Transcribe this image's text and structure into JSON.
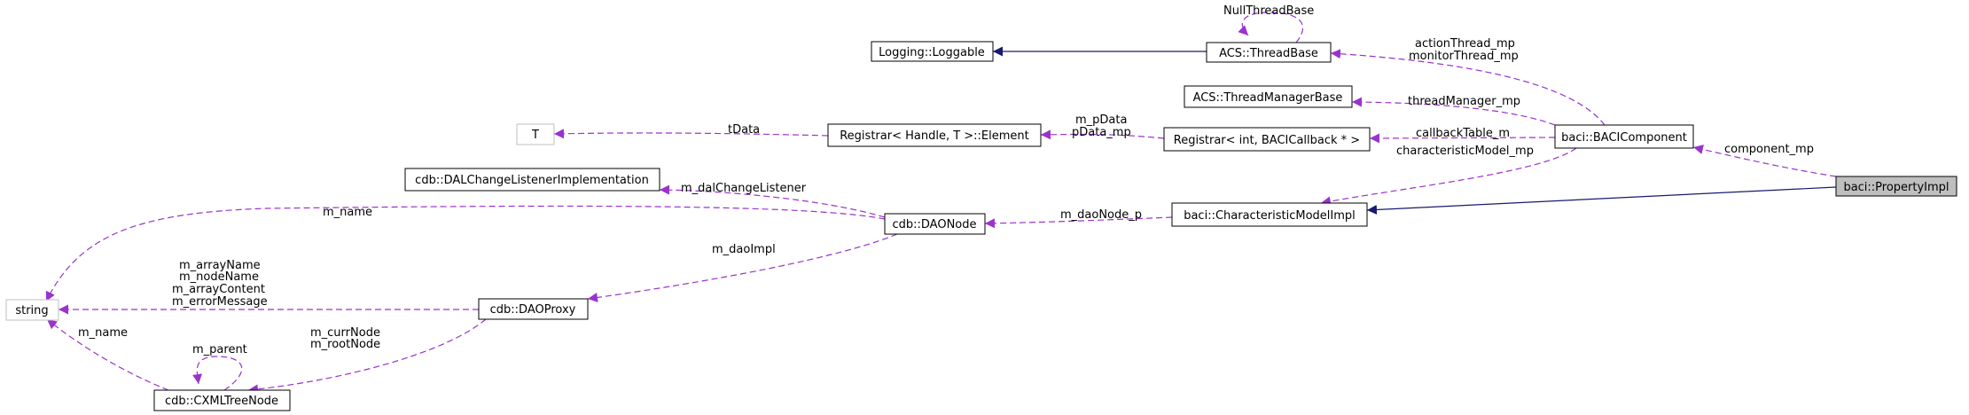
{
  "nodes": {
    "baci_propertyimpl": "baci::PropertyImpl",
    "baci_bacicomponent": "baci::BACIComponent",
    "baci_characteristicmodelimpl": "baci::CharacteristicModelImpl",
    "acs_threadbase": "ACS::ThreadBase",
    "nullthreadbase": "NullThreadBase",
    "logging_loggable": "Logging::Loggable",
    "acs_threadmanagerbase": "ACS::ThreadManagerBase",
    "registrar_int": "Registrar< int, BACICallback * >",
    "registrar_element": "Registrar< Handle, T >::Element",
    "t": "T",
    "cdb_dalchangelistener": "cdb::DALChangeListenerImplementation",
    "cdb_daonode": "cdb::DAONode",
    "cdb_daoproxy": "cdb::DAOProxy",
    "cdb_cxmltreenode": "cdb::CXMLTreeNode",
    "string": "string"
  },
  "edges": {
    "component_mp": "component_mp",
    "actionthread_mp": "actionThread_mp",
    "monitorthread_mp": "monitorThread_mp",
    "threadmanager_mp": "threadManager_mp",
    "callbacktable_m": "callbackTable_m",
    "characteristicmodel_mp": "characteristicModel_mp",
    "m_pdata": "m_pData",
    "pdata_mp": "pData_mp",
    "tdata": "tData",
    "m_daonode_p": "m_daoNode_p",
    "m_dalchangelistener": "m_dalChangeListener",
    "m_name_daonode": "m_name",
    "m_daoimpl": "m_daoImpl",
    "m_arrayname": "m_arrayName",
    "m_nodename": "m_nodeName",
    "m_arraycontent": "m_arrayContent",
    "m_errormessage": "m_errorMessage",
    "m_currnode": "m_currNode",
    "m_rootnode": "m_rootNode",
    "m_parent": "m_parent",
    "m_name_cxml": "m_name"
  },
  "colors": {
    "inheritance": "#191970",
    "usage": "#9a32cd",
    "focus_fill": "#bfbfbf",
    "external_border": "#bfbfbf"
  }
}
